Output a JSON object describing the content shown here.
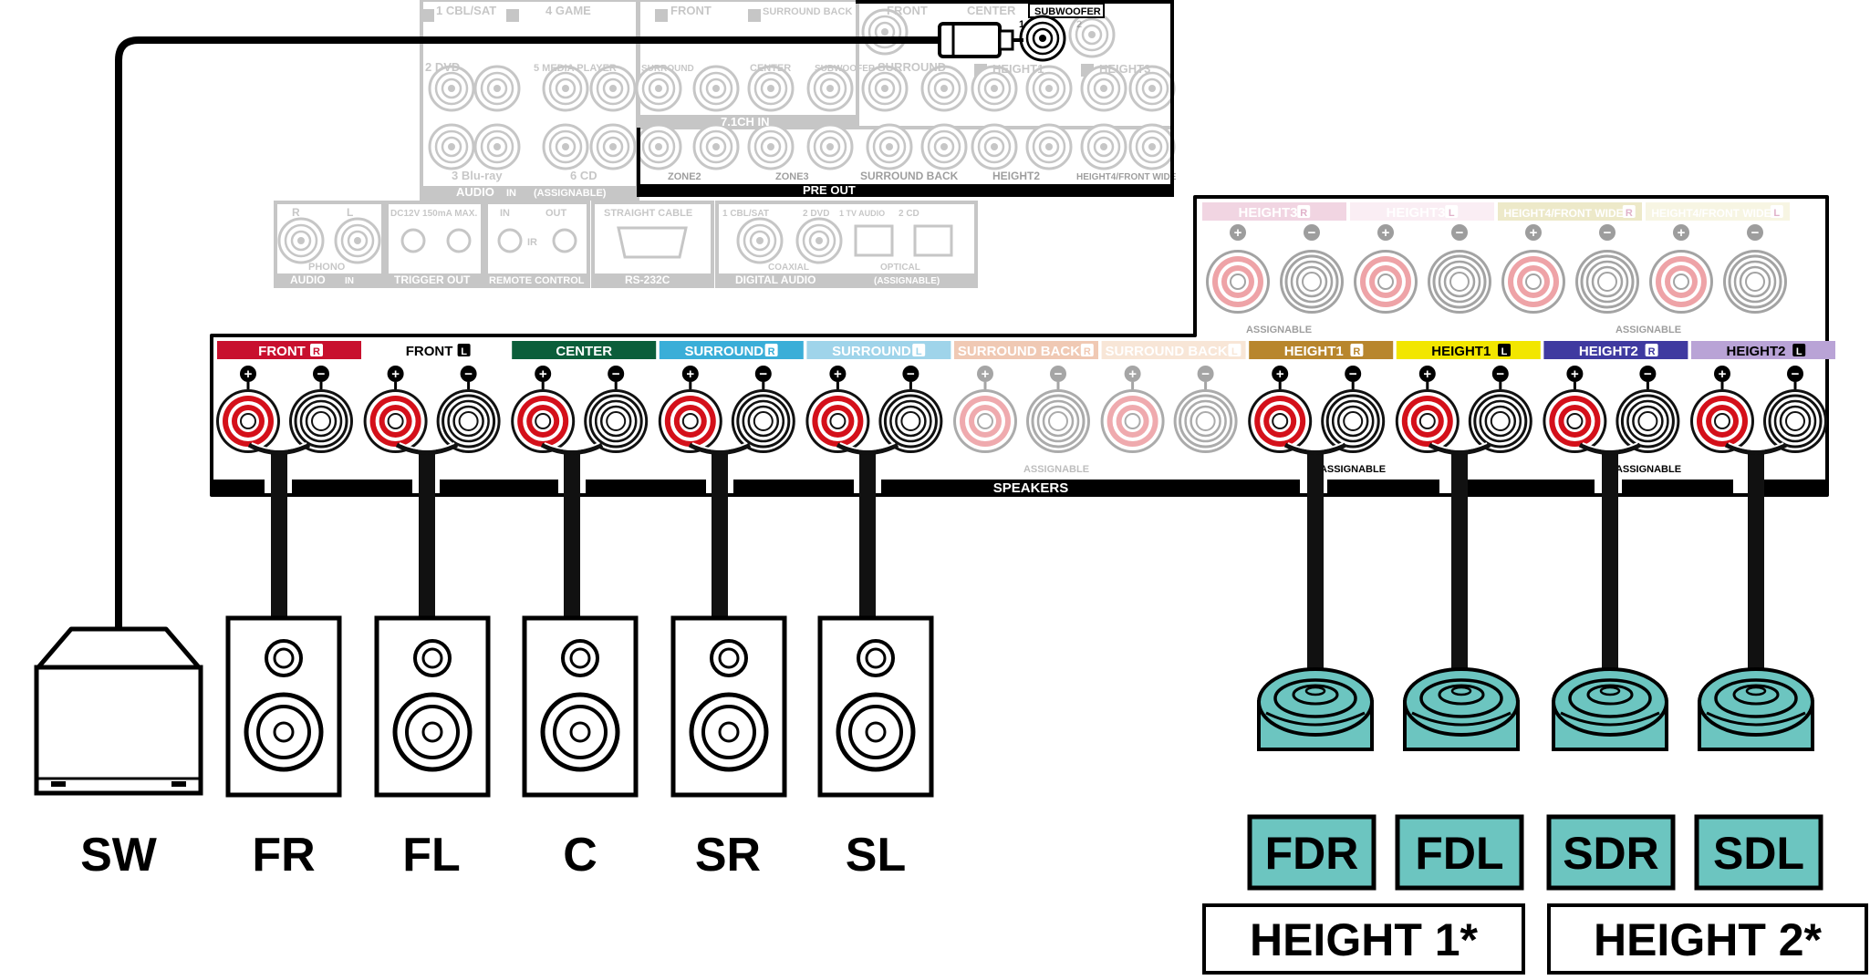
{
  "top_panel": {
    "audio_in": {
      "cbl_sat": "1 CBL/SAT",
      "game": "4 GAME",
      "dvd": "2 DVD",
      "media_player": "5 MEDIA PLAYER",
      "bluray": "3 Blu-ray",
      "cd": "6 CD",
      "label": "AUDIO",
      "in": "IN",
      "assignable": "(ASSIGNABLE)"
    },
    "ch71_in": {
      "front": "FRONT",
      "surround_back": "SURROUND BACK",
      "surround": "SURROUND",
      "center": "CENTER",
      "subwoofer": "SUBWOOFER",
      "label": "7.1CH IN"
    },
    "pre_out": {
      "front": "FRONT",
      "center": "CENTER",
      "subwoofer": "SUBWOOFER",
      "surround": "SURROUND",
      "height1": "HEIGHT1",
      "height3": "HEIGHT3",
      "zone2": "ZONE2",
      "zone3": "ZONE3",
      "surround_back": "SURROUND BACK",
      "height2": "HEIGHT2",
      "height4_front_wide": "HEIGHT4/FRONT WIDE",
      "label": "PRE OUT"
    },
    "sub_numbers": [
      "1",
      "2"
    ]
  },
  "mid_panel": {
    "phono": "PHONO",
    "audio": "AUDIO",
    "in": "IN",
    "trigger_spec": "DC12V 150mA MAX.",
    "trigger_out": "TRIGGER OUT",
    "remote_in": "IN",
    "remote_out": "OUT",
    "ir": "IR",
    "remote_control": "REMOTE CONTROL",
    "straight_cable": "STRAIGHT CABLE",
    "rs232c": "RS-232C",
    "cbl_sat": "1 CBL/SAT",
    "dvd": "2 DVD",
    "tv_audio": "1 TV AUDIO",
    "cd": "2 CD",
    "coaxial": "COAXIAL",
    "optical": "OPTICAL",
    "digital_audio": "DIGITAL AUDIO",
    "assignable": "(ASSIGNABLE)"
  },
  "upper_speakers": {
    "labels": [
      "HEIGHT3",
      "HEIGHT3",
      "HEIGHT4/FRONT WIDE",
      "HEIGHT4/FRONT WIDE"
    ],
    "sides": [
      "R",
      "L",
      "R",
      "L"
    ],
    "assignable": "ASSIGNABLE"
  },
  "speaker_terminals": {
    "labels": [
      "FRONT",
      "FRONT",
      "CENTER",
      "SURROUND",
      "SURROUND",
      "SURROUND BACK",
      "SURROUND BACK",
      "HEIGHT1",
      "HEIGHT1",
      "HEIGHT2",
      "HEIGHT2"
    ],
    "sides": [
      "R",
      "L",
      "",
      "R",
      "L",
      "R",
      "L",
      "R",
      "L",
      "R",
      "L"
    ],
    "colors": [
      "#c8102e",
      "#ffffff",
      "#0b5e3a",
      "#3aaed8",
      "#9fd4ea",
      "#e08a5a",
      "#f0c9a8",
      "#b8862d",
      "#f2e600",
      "#3f3aa0",
      "#b9a3d6"
    ],
    "plus": "+",
    "minus": "−",
    "assignable": "ASSIGNABLE",
    "speakers": "SPEAKERS"
  },
  "speakers": {
    "floor": [
      "SW",
      "FR",
      "FL",
      "C",
      "SR",
      "SL"
    ],
    "height": [
      "FDR",
      "FDL",
      "SDR",
      "SDL"
    ],
    "groups": [
      "HEIGHT 1*",
      "HEIGHT 2*"
    ]
  },
  "colors": {
    "accent_teal": "#6cc5c0",
    "terminal_red": "#d4101a",
    "panel_black": "#111111"
  }
}
